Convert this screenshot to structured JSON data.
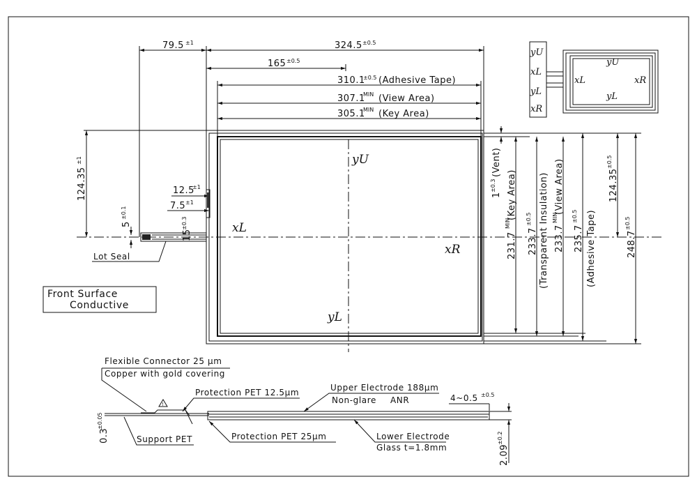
{
  "dims_top": {
    "d1": "79.5",
    "d1_tol": "±1",
    "d2": "324.5",
    "d2_tol": "±0.5",
    "d3": "165",
    "d3_tol": "±0.5",
    "d4": "310.1",
    "d4_tol": "±0.5",
    "d4_note": "(Adhesive  Tape)",
    "d5": "307.1",
    "d5_tol": "MIN",
    "d5_note": "(View Area)",
    "d6": "305.1",
    "d6_tol": "MIN",
    "d6_note": "(Key Area)"
  },
  "dims_left": {
    "h1": "124.35",
    "h1_tol": "±1",
    "h2": "5",
    "h2_tol": "±0.1",
    "h3": "12.5",
    "h3_tol": "±1",
    "h4": "7.5",
    "h4_tol": "±1",
    "h5": "15",
    "h5_tol": "±0.3"
  },
  "dims_right": {
    "v1": "1",
    "v1_tol": "±0.3",
    "v1_note": "(Vent)",
    "v2": "231.7",
    "v2_tol": "MIN",
    "v2_note": "(Key Area)",
    "v3": "233.7",
    "v3_tol": "±0.5",
    "v3_note": "(Transparent Insulation)",
    "v4": "233.7",
    "v4_tol": "MIN",
    "v4_note": "(View Area)",
    "v5": "235.7",
    "v5_tol": "±0.5",
    "v5_note": "(Adhesive  Tape)",
    "v6": "124.35",
    "v6_tol": "±0.5",
    "v7": "248.7",
    "v7_tol": "±0.5"
  },
  "panel_labels": {
    "yU": "yU",
    "xL": "xL",
    "xR": "xR",
    "yL": "yL"
  },
  "lot_seal": "Lot  Seal",
  "front_surface": {
    "line1": "Front  Surface",
    "line2": "Conductive"
  },
  "pin_labels": {
    "p1": "yU",
    "p2": "xL",
    "p3": "yL",
    "p4": "xR"
  },
  "inset_labels": {
    "yU": "yU",
    "xL": "xL",
    "xR": "xR",
    "yL": "yL"
  },
  "section": {
    "flex_connector": "Flexible Connector 25 μm",
    "copper": "Copper with gold covering",
    "protection_top": "Protection PET 12.5μm",
    "upper_electrode": "Upper Electrode 188μm",
    "non_glare": "Non-glare",
    "anr": "ANR",
    "gap": "4~0.5",
    "gap_tol": "±0.5",
    "thin": "0.3",
    "thin_tol": "±0.05",
    "support_pet": "Support PET",
    "protection_bottom": "Protection PET  25μm",
    "lower_electrode": "Lower Electrode",
    "glass": "Glass  t=1.8mm",
    "total": "2.09",
    "total_tol": "±0.2",
    "warning": "!"
  }
}
